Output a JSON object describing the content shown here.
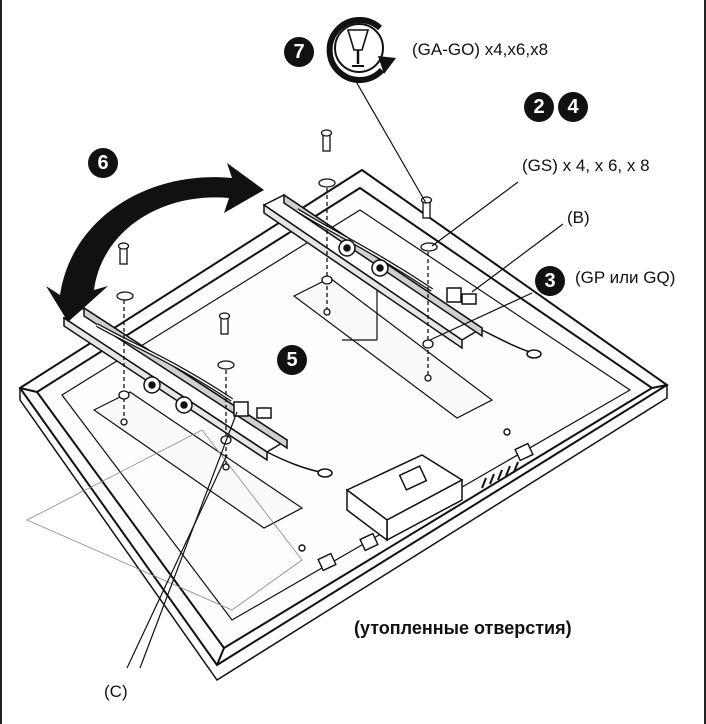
{
  "steps": {
    "s7": "7",
    "s2": "2",
    "s4": "4",
    "s6": "6",
    "s3": "3",
    "s5": "5"
  },
  "labels": {
    "ga_go": "(GA-GO) x4,x6,x8",
    "gs": "(GS) x 4, x 6, x 8",
    "b": "(B)",
    "gp_gq": "(GP или GQ)",
    "c": "(C)",
    "recessed": "(утопленные отверстия)"
  },
  "colors": {
    "line": "#111111",
    "badge_fill": "#111111",
    "badge_text": "#ffffff",
    "background": "#ffffff"
  },
  "icons": {
    "screwdriver": "screwdriver-rotate-icon",
    "arrow": "double-curved-arrow-icon"
  }
}
